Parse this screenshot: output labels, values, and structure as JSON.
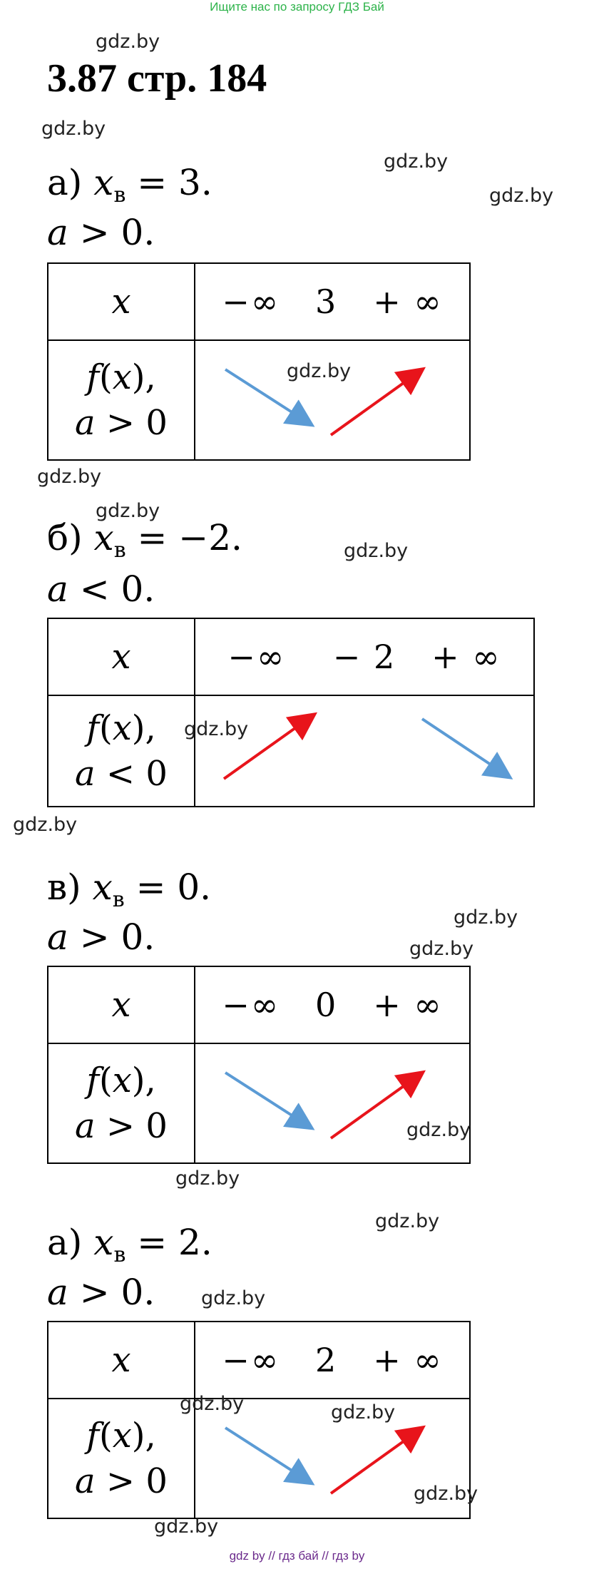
{
  "banner": "Ищите нас по запросу ГДЗ Бай",
  "title": "3.87 стр. 184",
  "watermark": "gdz.by",
  "footer": "gdz by  //  гдз бай  //  гдз by",
  "colors": {
    "down_arrow": "#5b9bd5",
    "up_arrow": "#e8141b",
    "banner": "#2db34a",
    "footer": "#6b2a8c"
  },
  "sections": [
    {
      "label": "а)",
      "var": "x",
      "sub": "в",
      "eq": "= 3.",
      "cond_var": "a",
      "cond": "> 0.",
      "table": {
        "x_header": "x",
        "row": [
          "−∞",
          "3",
          "+ ∞"
        ],
        "f_line1": "f(x),",
        "f_line2": "a > 0",
        "f_var": "a",
        "f_cond": " > 0"
      },
      "arrows": [
        "down",
        "up"
      ]
    },
    {
      "label": "б)",
      "var": "x",
      "sub": "в",
      "eq": "= −2.",
      "cond_var": "a",
      "cond": "< 0.",
      "table": {
        "x_header": "x",
        "row": [
          "−∞",
          "− 2",
          "+ ∞"
        ],
        "f_line1": "f(x),",
        "f_var": "a",
        "f_cond": " < 0"
      },
      "arrows": [
        "up",
        "down"
      ]
    },
    {
      "label": "в)",
      "var": "x",
      "sub": "в",
      "eq": "= 0.",
      "cond_var": "a",
      "cond": "> 0.",
      "table": {
        "x_header": "x",
        "row": [
          "−∞",
          "0",
          "+ ∞"
        ],
        "f_line1": "f(x),",
        "f_var": "a",
        "f_cond": " > 0"
      },
      "arrows": [
        "down",
        "up"
      ]
    },
    {
      "label": "а)",
      "var": "x",
      "sub": "в",
      "eq": "= 2.",
      "cond_var": "a",
      "cond": "> 0.",
      "table": {
        "x_header": "x",
        "row": [
          "−∞",
          "2",
          "+ ∞"
        ],
        "f_line1": "f(x),",
        "f_var": "a",
        "f_cond": " > 0"
      },
      "arrows": [
        "down",
        "up"
      ]
    }
  ]
}
